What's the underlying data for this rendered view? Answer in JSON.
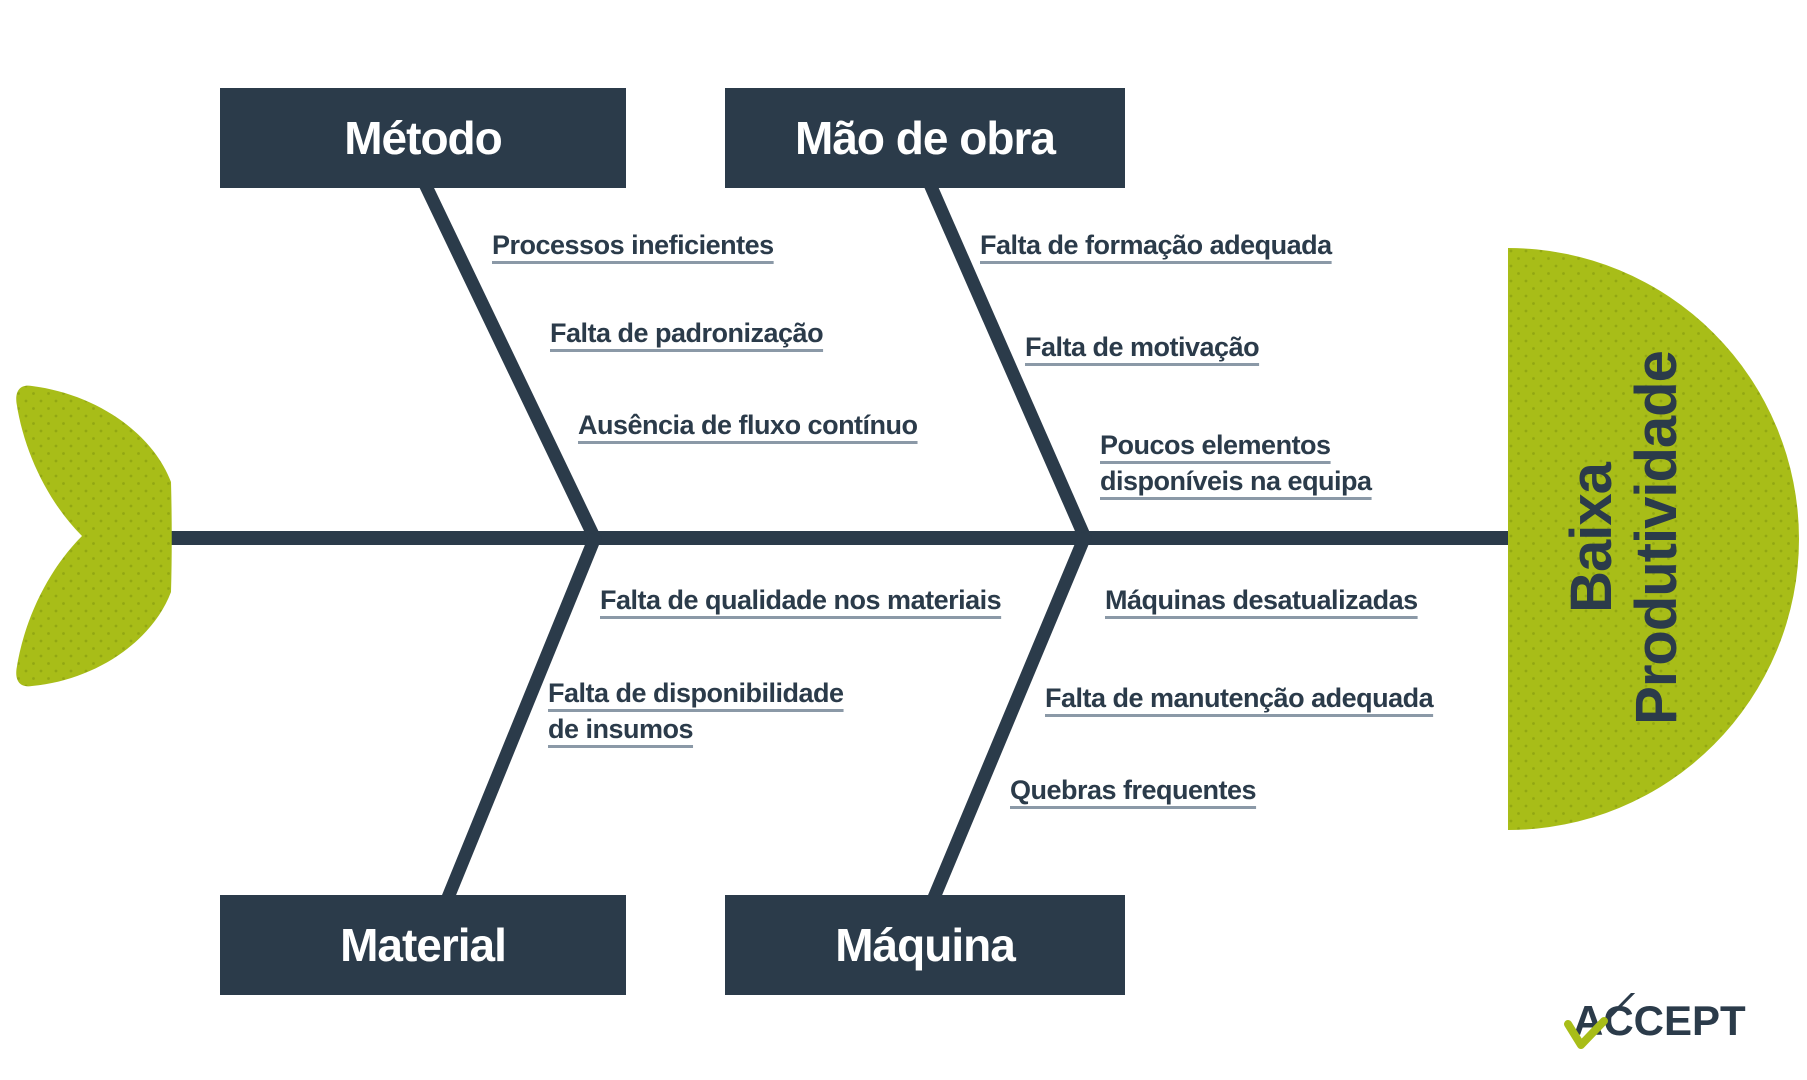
{
  "diagram": {
    "type": "fishbone-ishikawa",
    "problem_label": "Baixa\nProdutividade",
    "categories": [
      {
        "label": "Método",
        "position": "top-left",
        "causes": [
          "Processos ineficientes",
          "Falta de padronização",
          "Ausência de fluxo contínuo"
        ]
      },
      {
        "label": "Mão de obra",
        "position": "top-right",
        "causes": [
          "Falta de formação adequada",
          "Falta de motivação",
          "Poucos elementos\ndisponíveis na equipa"
        ]
      },
      {
        "label": "Material",
        "position": "bottom-left",
        "causes": [
          "Falta de qualidade nos materiais",
          "Falta de disponibilidade\nde insumos"
        ]
      },
      {
        "label": "Máquina",
        "position": "bottom-right",
        "causes": [
          "Máquinas desatualizadas",
          "Falta de manutenção adequada",
          "Quebras frequentes"
        ]
      }
    ],
    "logo_text": "ACCEPT",
    "colors": {
      "navy": "#2b3b4a",
      "green": "#a8bd18",
      "green_dot": "#92a713",
      "underline": "#8b99a7",
      "text": "#2b3b4a",
      "background": "#ffffff",
      "box_text": "#ffffff"
    }
  }
}
